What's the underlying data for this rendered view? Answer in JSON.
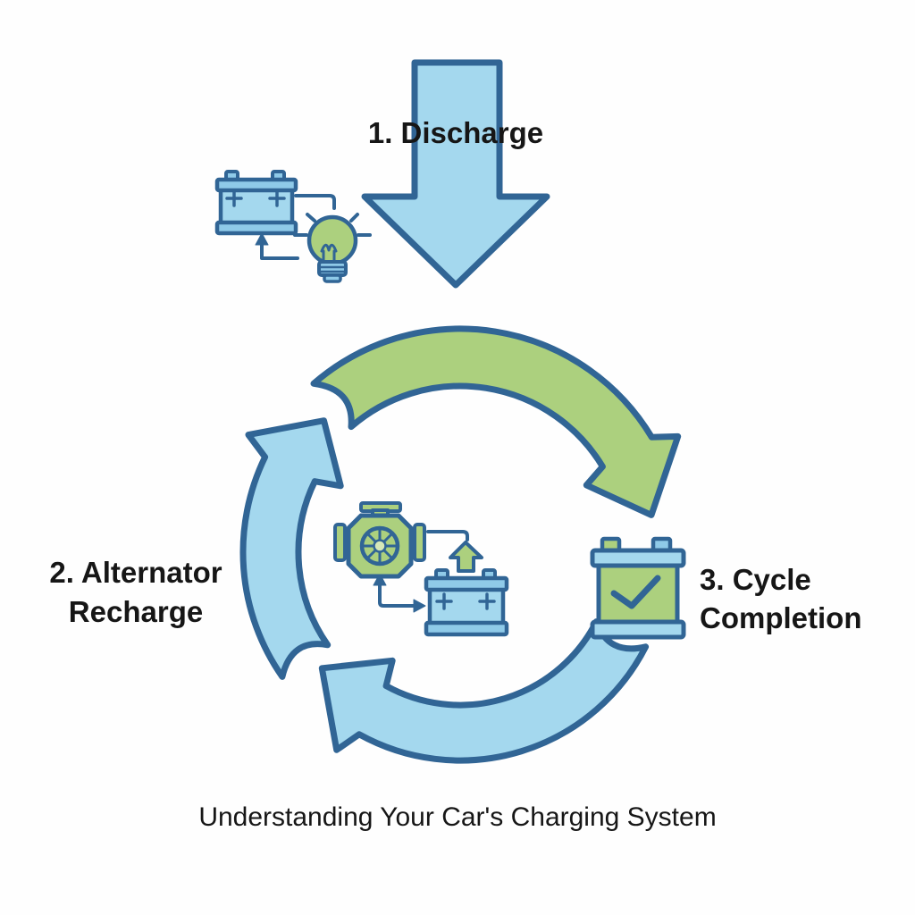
{
  "caption": "Understanding Your Car's Charging System",
  "steps": {
    "discharge": {
      "label": "1. Discharge"
    },
    "recharge": {
      "line1": "2. Alternator",
      "line2": "Recharge"
    },
    "completion": {
      "line1": "3. Cycle",
      "line2": "Completion"
    }
  },
  "icons": [
    "discharge-down-arrow",
    "car-battery-icon",
    "lightbulb-icon",
    "bulb-to-battery-arrow",
    "green-cycle-arc",
    "blue-cycle-arc-left",
    "blue-cycle-arc-bottom",
    "alternator-icon",
    "charge-up-arrow",
    "charging-battery-icon",
    "alternator-battery-connector",
    "charged-battery-check-icon"
  ],
  "colors": {
    "blue_fill": "#A4D8EE",
    "blue_mid": "#8FCAE8",
    "green_fill": "#ACD07E",
    "green_light": "#D6E8B8",
    "outline": "#316595",
    "text": "#161616",
    "background": "#FEFEFE"
  }
}
